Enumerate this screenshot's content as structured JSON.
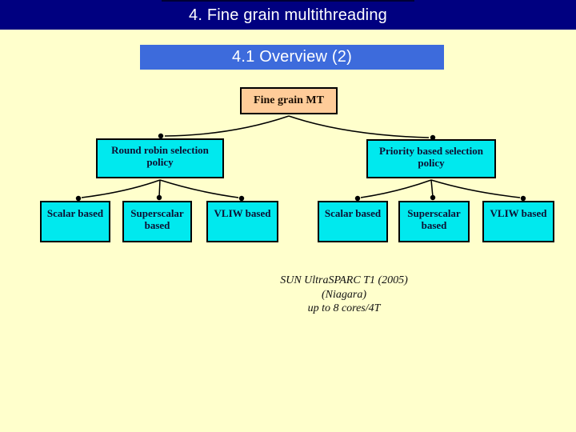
{
  "slide": {
    "header": "4. Fine grain multithreading",
    "subtitle": "4.1 Overview (2)"
  },
  "tree": {
    "root": "Fine grain MT",
    "branches": [
      {
        "label": "Round robin selection policy",
        "children": [
          "Scalar based",
          "Superscalar based",
          "VLIW based"
        ]
      },
      {
        "label": "Priority based selection policy",
        "children": [
          "Scalar based",
          "Superscalar based",
          "VLIW based"
        ]
      }
    ]
  },
  "note": [
    "SUN UltraSPARC T1 (2005)",
    "(Niagara)",
    "up to 8 cores/4T"
  ],
  "colors": {
    "header_bg": "#000080",
    "subtitle_bg": "#3D6BDC",
    "slide_bg": "#FFFFCC",
    "root_node_bg": "#FFCC99",
    "child_node_bg": "#00E9EE",
    "connector": "#000000",
    "header_text": "#FFFFFF"
  }
}
